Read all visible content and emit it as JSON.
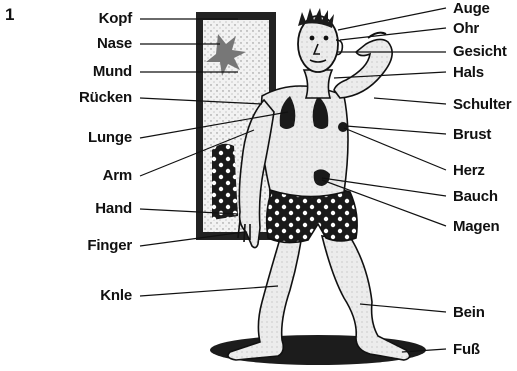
{
  "exercise_number": "1",
  "labels_left": {
    "kopf": "Kopf",
    "nase": "Nase",
    "mund": "Mund",
    "ruecken": "Rücken",
    "lunge": "Lunge",
    "arm": "Arm",
    "hand": "Hand",
    "finger": "Finger",
    "knie": "Knle"
  },
  "labels_right": {
    "auge": "Auge",
    "ohr": "Ohr",
    "gesicht": "Gesicht",
    "hals": "Hals",
    "schulter": "Schulter",
    "brust": "Brust",
    "herz": "Herz",
    "bauch": "Bauch",
    "magen": "Magen",
    "bein": "Bein",
    "fuss": "Fuß"
  }
}
